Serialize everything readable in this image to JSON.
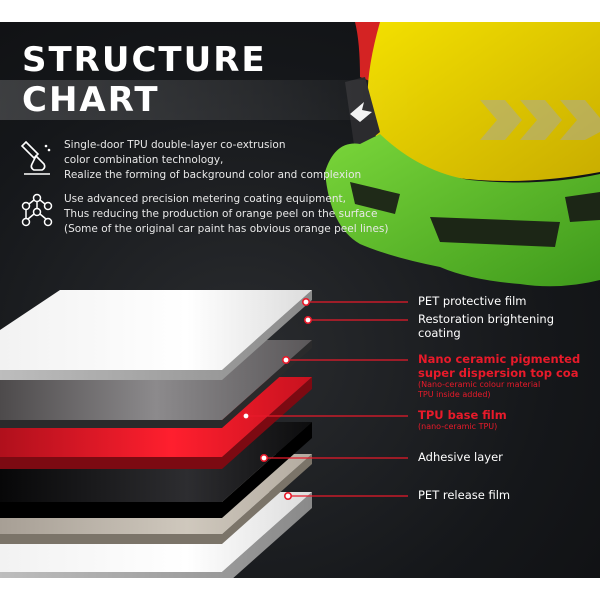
{
  "header": {
    "title_line_1": "STRUCTURE",
    "title_line_2": "CHART"
  },
  "features": [
    {
      "icon": "spray-gun-icon",
      "lines": [
        "Single-door TPU double-layer co-extrusion",
        "color combination technology,",
        "Realize the forming of background color and complexion"
      ]
    },
    {
      "icon": "molecule-icon",
      "lines": [
        "Use advanced precision metering coating equipment,",
        "Thus reducing the production of orange peel on the surface",
        "(Some of the original car paint has obvious orange peel lines)"
      ]
    }
  ],
  "layers": [
    {
      "label": "PET protective film",
      "label_line_2": "",
      "sub": "",
      "sub_line_2": "",
      "highlight": false
    },
    {
      "label": "Restoration brightening",
      "label_line_2": "coating",
      "sub": "",
      "sub_line_2": "",
      "highlight": false
    },
    {
      "label": "Nano ceramic pigmented",
      "label_line_2": "super dispersion top coa",
      "sub": "(Nano-ceramic colour material",
      "sub_line_2": "TPU inside added)",
      "highlight": true
    },
    {
      "label": "TPU base film",
      "label_line_2": "",
      "sub": "(nano-ceramic TPU)",
      "sub_line_2": "",
      "highlight": true
    },
    {
      "label": "Adhesive layer",
      "label_line_2": "",
      "sub": "",
      "sub_line_2": "",
      "highlight": false
    },
    {
      "label": "PET release film",
      "label_line_2": "",
      "sub": "",
      "sub_line_2": "",
      "highlight": false
    }
  ],
  "colors": {
    "accent_red": "#e81a2a",
    "car_yellow": "#e9d000",
    "car_green": "#5fbf2a",
    "car_red": "#d42323"
  }
}
